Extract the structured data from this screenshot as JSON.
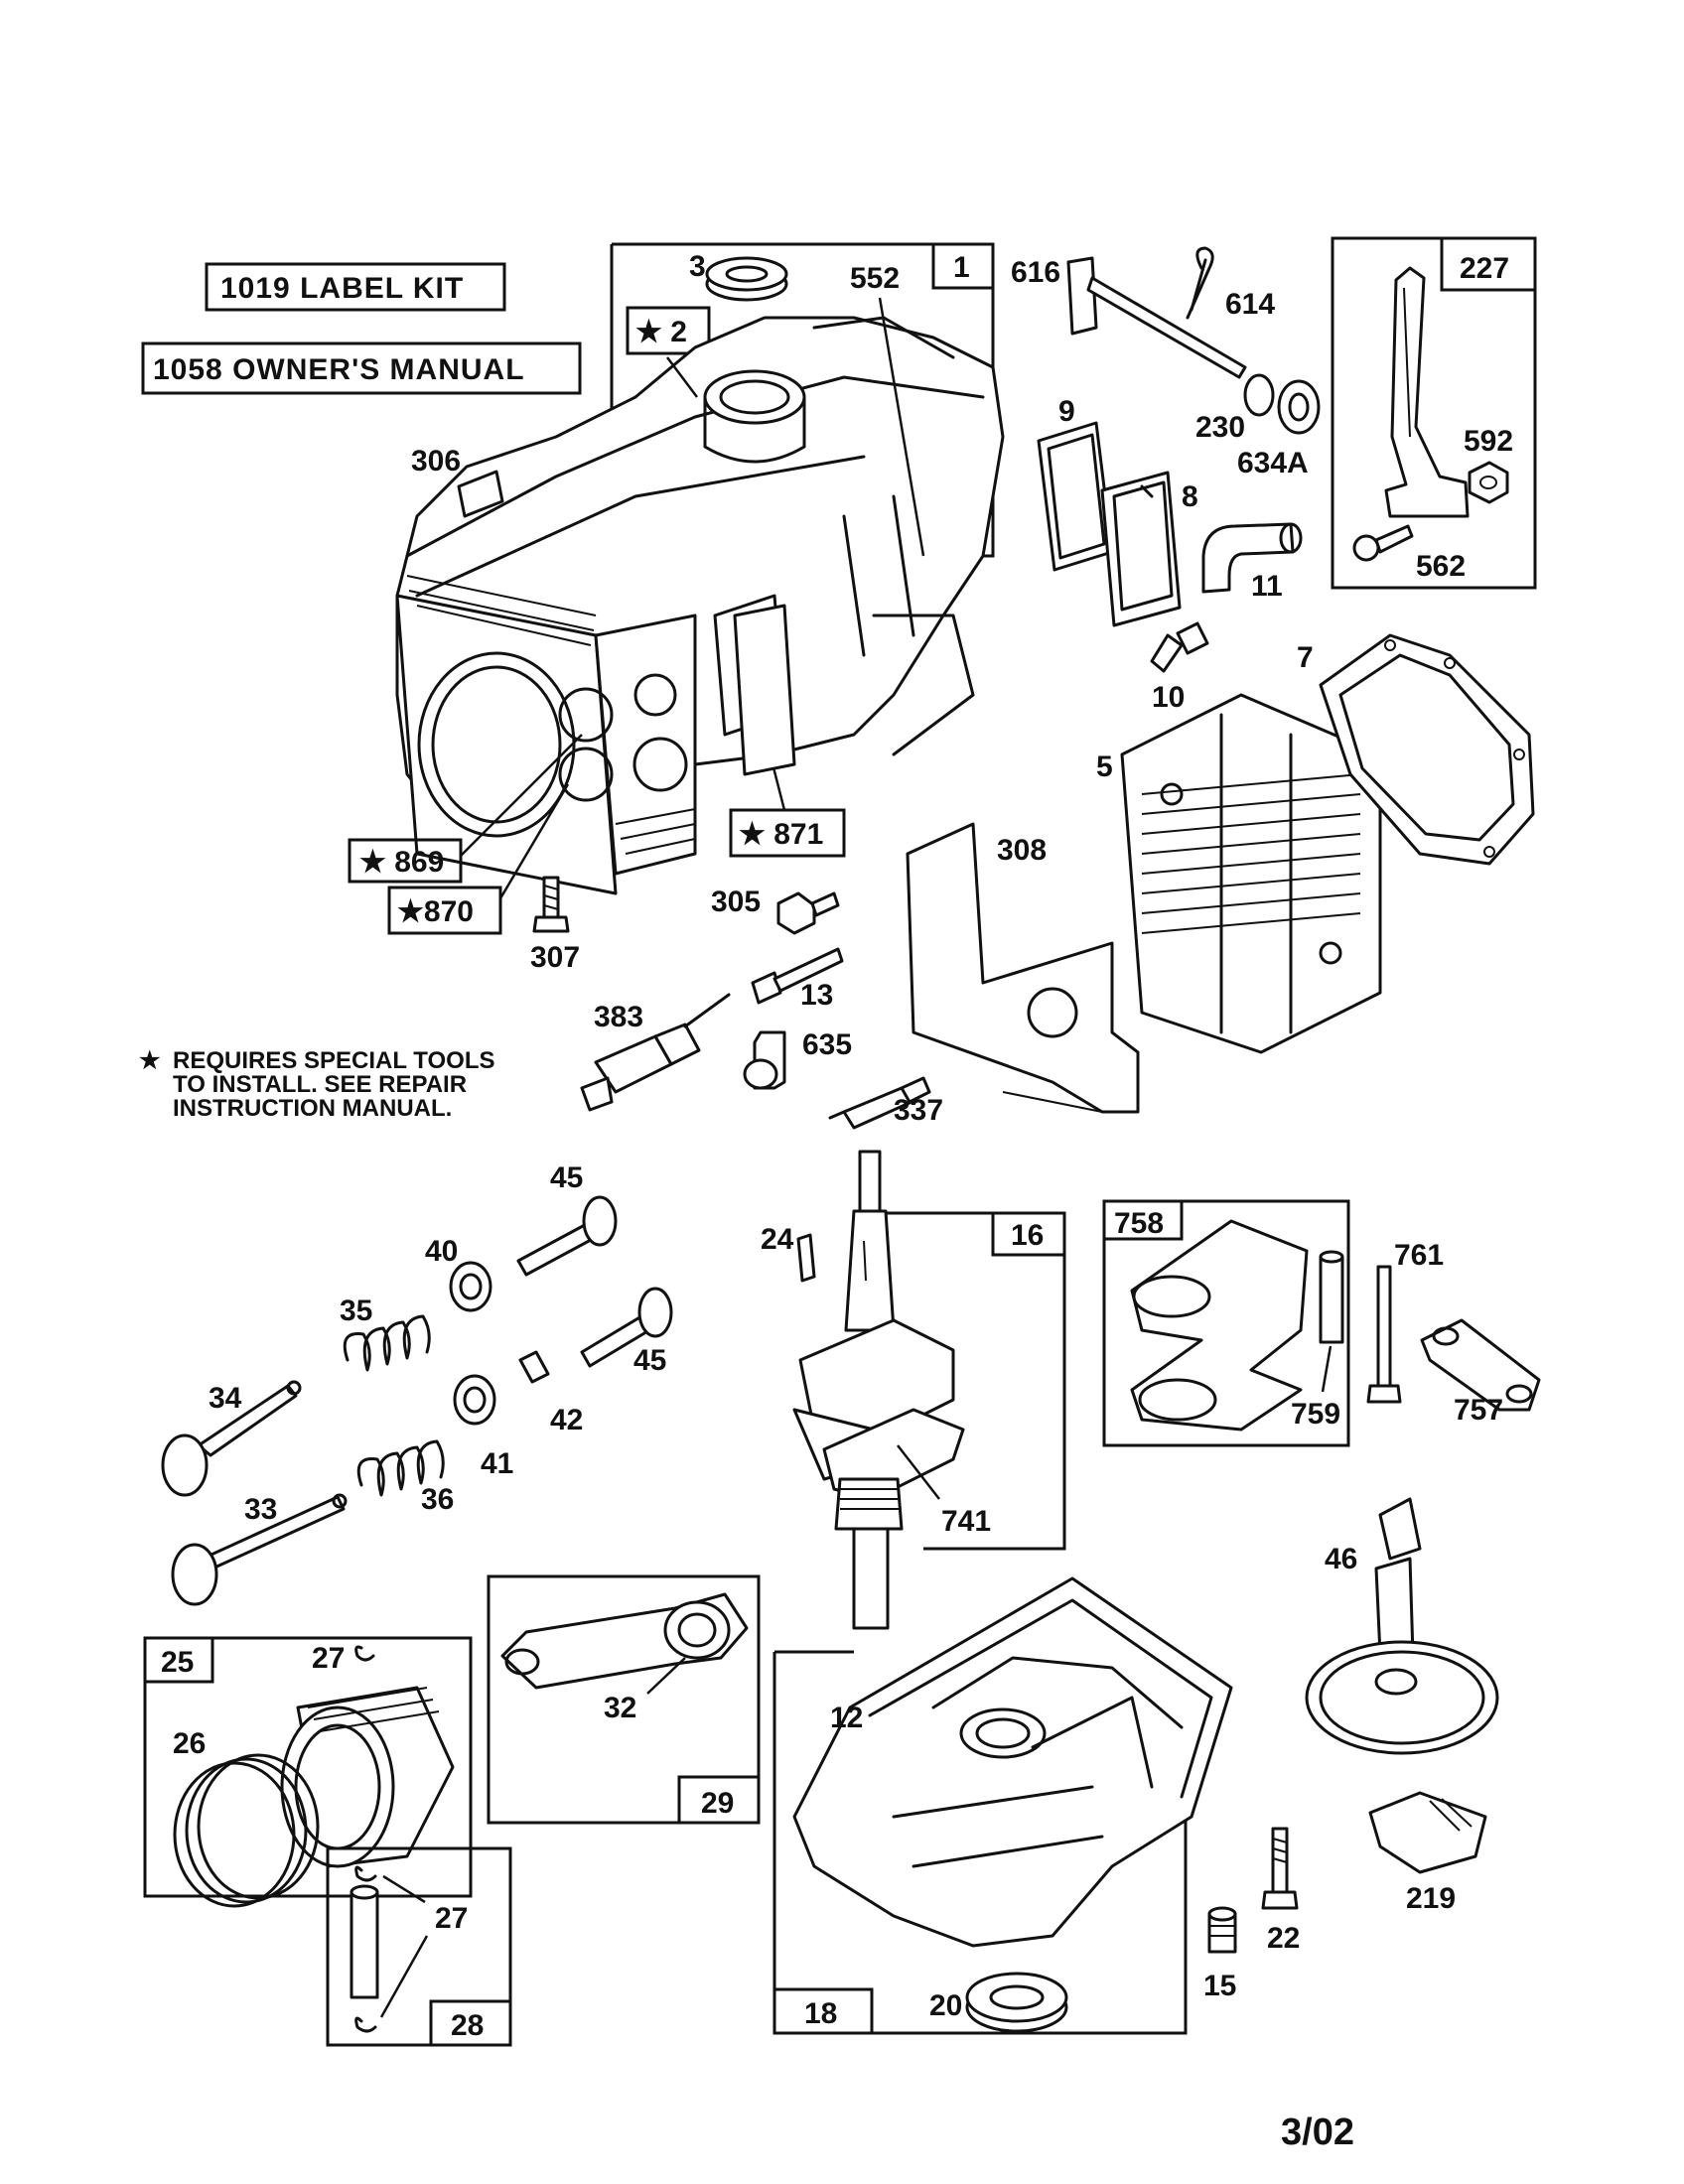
{
  "kits": {
    "label_kit": "1019  LABEL KIT",
    "owners_manual": "1058  OWNER'S MANUAL"
  },
  "note": {
    "star": "★",
    "line1": "REQUIRES SPECIAL TOOLS",
    "line2": "TO INSTALL.  SEE REPAIR",
    "line3": "INSTRUCTION MANUAL."
  },
  "group_boxes": {
    "g1": "1",
    "g227": "227",
    "g16": "16",
    "g758": "758",
    "g25": "25",
    "g29": "29",
    "g28": "28",
    "g18": "18"
  },
  "special_tool_parts": {
    "p2": "★ 2",
    "p869": "★ 869",
    "p870": "★870",
    "p871": "★ 871"
  },
  "part_numbers": {
    "n3": "3",
    "n552": "552",
    "n616": "616",
    "n614": "614",
    "n230": "230",
    "n634a": "634A",
    "n9": "9",
    "n8": "8",
    "n11": "11",
    "n592": "592",
    "n562": "562",
    "n306": "306",
    "n10": "10",
    "n7": "7",
    "n5": "5",
    "n308": "308",
    "n305": "305",
    "n307": "307",
    "n13": "13",
    "n383": "383",
    "n635": "635",
    "n337": "337",
    "n45a": "45",
    "n45b": "45",
    "n40": "40",
    "n35": "35",
    "n34": "34",
    "n42": "42",
    "n41": "41",
    "n33": "33",
    "n36": "36",
    "n24": "24",
    "n741": "741",
    "n761": "761",
    "n759": "759",
    "n757": "757",
    "n46": "46",
    "n27a": "27",
    "n26": "26",
    "n32": "32",
    "n12": "12",
    "n219": "219",
    "n27b": "27",
    "n22": "22",
    "n15": "15",
    "n20": "20"
  },
  "revision_date": "3/02"
}
